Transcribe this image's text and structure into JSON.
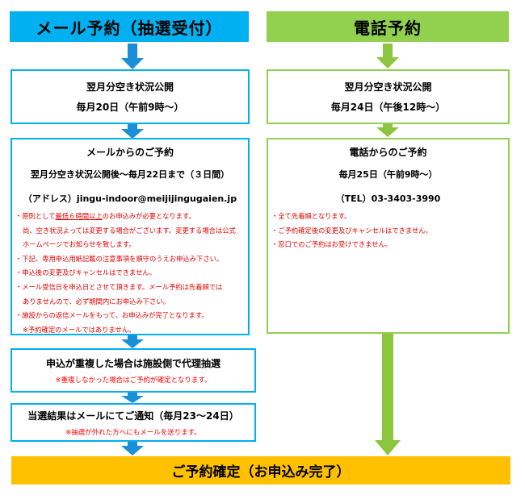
{
  "mail": {
    "header": "メール予約（抽選受付）",
    "box1": {
      "line1": "翌月分空き状況公開",
      "line2": "毎月20日（午前9時〜）"
    },
    "box2": {
      "title": "メールからのご予約",
      "period": "翌月分空き状況公開後〜毎月22日まで（３日間）",
      "address": "（アドレス）jingu-indoor@meijijingugaien.jp",
      "notes": {
        "n1_pre": "・原則として",
        "n1_ul": "最低６時間以上",
        "n1_post": "のお申込みが必要となります。",
        "n2": "尚、空き状況よっては変更する場合がございます。変更する場合は公式",
        "n3": "ホームページでお知らせを致します。",
        "n4": "・下記、専用申込用紙記載の注意事項を順守のうえお申込み下さい。",
        "n5": "・申込後の変更及びキャンセルはできません。",
        "n6": "・メール受信日を申込日とさせて頂きます。メール予約は先着順では",
        "n7": "ありませんので、必ず期間内にお申込み下さい。",
        "n8": "・施設からの返信メールをもって、お申込みが完了となります。",
        "n9": "※予約確定のメールではありません。"
      }
    },
    "box3": {
      "line1": "申込が重複した場合は施設側で代理抽選",
      "note": "※重複しなかった場合はご予約が確定となります。"
    },
    "box4": {
      "line1": "当選結果はメールにてご通知（毎月23〜24日）",
      "note": "※抽選が外れた方へにもメールを送ります。"
    }
  },
  "tel": {
    "header": "電話予約",
    "box1": {
      "line1": "翌月分空き状況公開",
      "line2": "毎月24日（午後12時〜）"
    },
    "box2": {
      "title": "電話からのご予約",
      "date": "毎月25日（午前9時〜）",
      "phone": "（TEL）03-3403-3990",
      "notes": {
        "n1": "・全て先着順となります。",
        "n2": "・ご予約確定後の変更及びキャンセルはできません。",
        "n3": "・窓口でのご予約はお受けできません。"
      }
    }
  },
  "final": "ご予約確定（お申込み完了）",
  "colors": {
    "mail": "#00b0f0",
    "tel": "#92d050",
    "final": "#ffc000",
    "note_red": "#ff0000"
  }
}
